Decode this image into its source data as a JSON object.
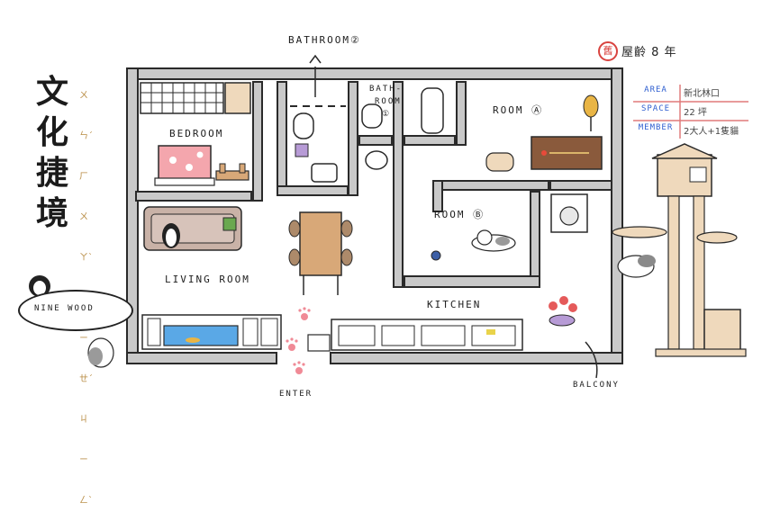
{
  "title": {
    "chars": [
      "文",
      "化",
      "捷",
      "境"
    ],
    "pinyin": [
      "ㄨㄣˊ",
      "ㄏㄨㄚˋ",
      "ㄐㄧㄝˊ",
      "ㄐㄧㄥˋ"
    ]
  },
  "age": {
    "stamp": "舊",
    "text": "屋齡 8 年"
  },
  "info": {
    "rows": [
      {
        "key": "AREA",
        "value": "新北林口"
      },
      {
        "key": "SPACE",
        "value": "22 坪"
      },
      {
        "key": "MEMBER",
        "value": "2大人+1隻貓"
      }
    ],
    "colors": {
      "key_text": "#2f5fd0",
      "divider": "#e07a7a"
    }
  },
  "rooms": {
    "bathroom2": "BATHROOM②",
    "bathroom1_lines": [
      "BATH-",
      "ROOM",
      "①"
    ],
    "room_a": "ROOM Ⓐ",
    "room_b": "ROOM Ⓑ",
    "bedroom": "BEDROOM",
    "living": "LIVING ROOM",
    "kitchen": "KITCHEN",
    "enter": "ENTER",
    "balcony": "BALCONY"
  },
  "signature": "NINE WOOD",
  "palette": {
    "wall": "#c9c9c9",
    "outline": "#2a2a2a",
    "wood": "#d8a878",
    "bed": "#f4a6ad",
    "sofa": "#c9b2a7",
    "tank": "#5aa8e6",
    "cabinet": "#ad8a6a",
    "paw": "#f08a96",
    "tower": "#efd9bc"
  }
}
